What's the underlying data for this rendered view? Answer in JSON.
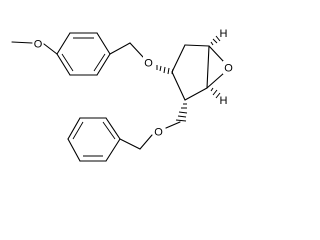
{
  "molecule": {
    "atom_labels": {
      "methoxy_oxygen": "O",
      "ether_oxygen_pmb": "O",
      "epoxide_oxygen": "O",
      "ether_oxygen_benzyl": "O",
      "stereo_hydrogen_top": "H",
      "stereo_hydrogen_bottom": "H"
    }
  }
}
